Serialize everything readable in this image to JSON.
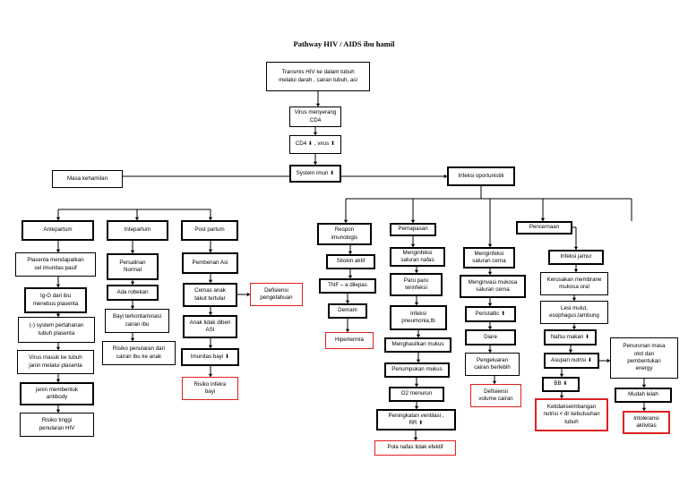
{
  "title": "Pathway HIV / AIDS ibu hamil",
  "nodes": [
    {
      "id": "n_transmisi",
      "text": "Transmis HIV ke dalam tubuh\nmelalui darah , cairan tubuh, asi",
      "style": ""
    },
    {
      "id": "n_virus",
      "text": "Virus menyerang\nCD4",
      "style": ""
    },
    {
      "id": "n_cd4",
      "text": "CD4  ⬇ , virus  ⬆",
      "style": ""
    },
    {
      "id": "n_system",
      "text": "System imun  ⬇",
      "style": ""
    },
    {
      "id": "n_masa",
      "text": "Masa kehamilan",
      "style": ""
    },
    {
      "id": "n_infeksi",
      "text": "Infeksi oportunistik",
      "style": ""
    },
    {
      "id": "n_antepartum",
      "text": "Antepartum",
      "style": ""
    },
    {
      "id": "n_intepartum",
      "text": "Intepartum",
      "style": ""
    },
    {
      "id": "n_postpartum",
      "text": "Post partum",
      "style": ""
    },
    {
      "id": "n_plasenta",
      "text": "Plasenta mendapatkan\nsel imunitas pasif",
      "style": ""
    },
    {
      "id": "n_igg",
      "text": "Ig-G dari ibu\nmenebus plasenta",
      "style": ""
    },
    {
      "id": "n_system_pertahanan",
      "text": "(-) system pertahanan\ntubuh plasenta",
      "style": ""
    },
    {
      "id": "n_virus_masuk",
      "text": "Virus masuk ke tubuh\njanin  melalui plasenta",
      "style": ""
    },
    {
      "id": "n_janin",
      "text": "janin membentuk\nantibody",
      "style": ""
    },
    {
      "id": "n_risiko_tinggi",
      "text": "Risiko tinggi\npenularan HIV",
      "style": ""
    },
    {
      "id": "n_persalinan",
      "text": "Persalinan\nNormal",
      "style": ""
    },
    {
      "id": "n_robekan",
      "text": "Ada robekan",
      "style": ""
    },
    {
      "id": "n_bayi_terkon",
      "text": "Bayi terkontaminasi\ncairan ibu",
      "style": ""
    },
    {
      "id": "n_risiko_penularan",
      "text": "Risiko penularan dari\ncairan ibu ke anak",
      "style": ""
    },
    {
      "id": "n_pemberian_asi",
      "text": "Pemberian Asi",
      "style": ""
    },
    {
      "id": "n_cemas",
      "text": "Cemas anak\ntakut tertular",
      "style": ""
    },
    {
      "id": "n_defisiensi_peng",
      "text": "Defisiensi\npengetahuan",
      "style": "red"
    },
    {
      "id": "n_anak_tidak",
      "text": "Anak tidak diberi\nASI",
      "style": ""
    },
    {
      "id": "n_imunitas_bayi",
      "text": "Imunitas bayi ⬇",
      "style": ""
    },
    {
      "id": "n_risiko_infeksi",
      "text": "Risiko infeksi\nbayi",
      "style": "red"
    },
    {
      "id": "n_respon",
      "text": "Respon\nimunologis",
      "style": ""
    },
    {
      "id": "n_sitokin",
      "text": "Sitokin aktif",
      "style": ""
    },
    {
      "id": "n_tnf",
      "text": "TNF – a dilepas",
      "style": ""
    },
    {
      "id": "n_demam",
      "text": "Demam",
      "style": ""
    },
    {
      "id": "n_hipertermia",
      "text": "Hipertermia",
      "style": "red"
    },
    {
      "id": "n_pernapasan",
      "text": "Pernapasan",
      "style": ""
    },
    {
      "id": "n_menginfeksi_nafas",
      "text": "Menginfeksi\nsaluran nafas",
      "style": ""
    },
    {
      "id": "n_paru",
      "text": "Paru paru\nterinfeksi",
      "style": ""
    },
    {
      "id": "n_pneumonia",
      "text": "Infeksi\npneumonia,tb",
      "style": ""
    },
    {
      "id": "n_mukus",
      "text": "Menghasilkan mukus",
      "style": ""
    },
    {
      "id": "n_penumpukan",
      "text": "Penumpukan mukus",
      "style": ""
    },
    {
      "id": "n_o2",
      "text": "O2 menurun",
      "style": ""
    },
    {
      "id": "n_ventilasi",
      "text": "Peningkatan ventilasi ,\nRR  ⬆",
      "style": ""
    },
    {
      "id": "n_pola_nafas",
      "text": "Pola nafas tidak efektif",
      "style": "red"
    },
    {
      "id": "n_pencernaan",
      "text": "Pencernaan",
      "style": ""
    },
    {
      "id": "n_menginfeksi_cerna",
      "text": "Menginfeksi\nsaluran cerna",
      "style": ""
    },
    {
      "id": "n_menginvasi",
      "text": "Menginvasi mukosa\nsaluran cerna",
      "style": ""
    },
    {
      "id": "n_peristaltic",
      "text": "Peristaltic  ⬆",
      "style": ""
    },
    {
      "id": "n_diare",
      "text": "Diare",
      "style": ""
    },
    {
      "id": "n_pengeluaran",
      "text": "Pengeluaran\ncairan berlebih",
      "style": ""
    },
    {
      "id": "n_defisiensi_vol",
      "text": "Defisiensi\nvolume cairan",
      "style": "red"
    },
    {
      "id": "n_jamur",
      "text": "Infeksi jamur",
      "style": ""
    },
    {
      "id": "n_kerusakan",
      "text": "Kerusakan membrane\nmukosa oral",
      "style": ""
    },
    {
      "id": "n_lesi",
      "text": "Lesi mulut,\nesophagus,lambung",
      "style": ""
    },
    {
      "id": "n_nafsu",
      "text": "Nafsu makan  ⬇",
      "style": ""
    },
    {
      "id": "n_asupan",
      "text": "Asupan nutrisi  ⬇",
      "style": ""
    },
    {
      "id": "n_bb",
      "text": "BB ⬇",
      "style": ""
    },
    {
      "id": "n_ketidak",
      "text": "Ketidakseimbangan\nnutrisi < dr kebutuuhan\ntubuh",
      "style": "red"
    },
    {
      "id": "n_penurunan",
      "text": "Penurunan masa\notot dan\npembentukan\nenergy",
      "style": ""
    },
    {
      "id": "n_mudah_lelah",
      "text": "Mudah lelah",
      "style": ""
    },
    {
      "id": "n_intoleransi",
      "text": "Intoleransi\naktivitas",
      "style": "red"
    }
  ]
}
